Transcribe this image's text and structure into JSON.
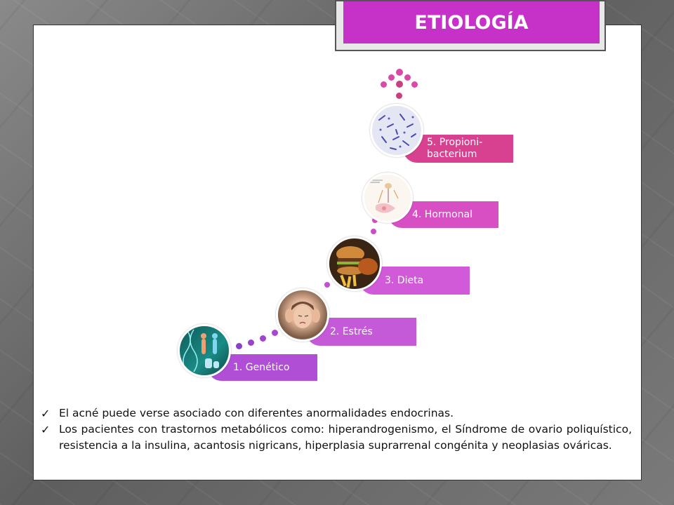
{
  "slide": {
    "title": "ETIOLOGÍA",
    "steps": [
      {
        "label": "1. Genético",
        "image": "dna-human-figures-image"
      },
      {
        "label": "2. Estrés",
        "image": "stressed-woman-image"
      },
      {
        "label": "3. Dieta",
        "image": "fast-food-image"
      },
      {
        "label": "4. Hormonal",
        "image": "hormonal-diagram-image"
      },
      {
        "label": "5. Propioni-bacterium",
        "image": "bacteria-micrograph-image"
      }
    ],
    "bullets": [
      "El acné puede verse asociado con diferentes anormalidades endocrinas.",
      "Los pacientes con trastornos metabólicos como: hiperandrogenismo, el Síndrome de ovario poliquístico, resistencia a la insulina, acantosis nigricans, hiperplasia suprarrenal congénita y neoplasias ováricas."
    ],
    "check_icon": "checkmark-icon",
    "colors": {
      "title_bg": "#c632c8",
      "step1": "#b04fd6",
      "step2": "#c45ad8",
      "step3": "#d05ad8",
      "step4": "#d84fc4",
      "step5": "#d84090"
    }
  }
}
